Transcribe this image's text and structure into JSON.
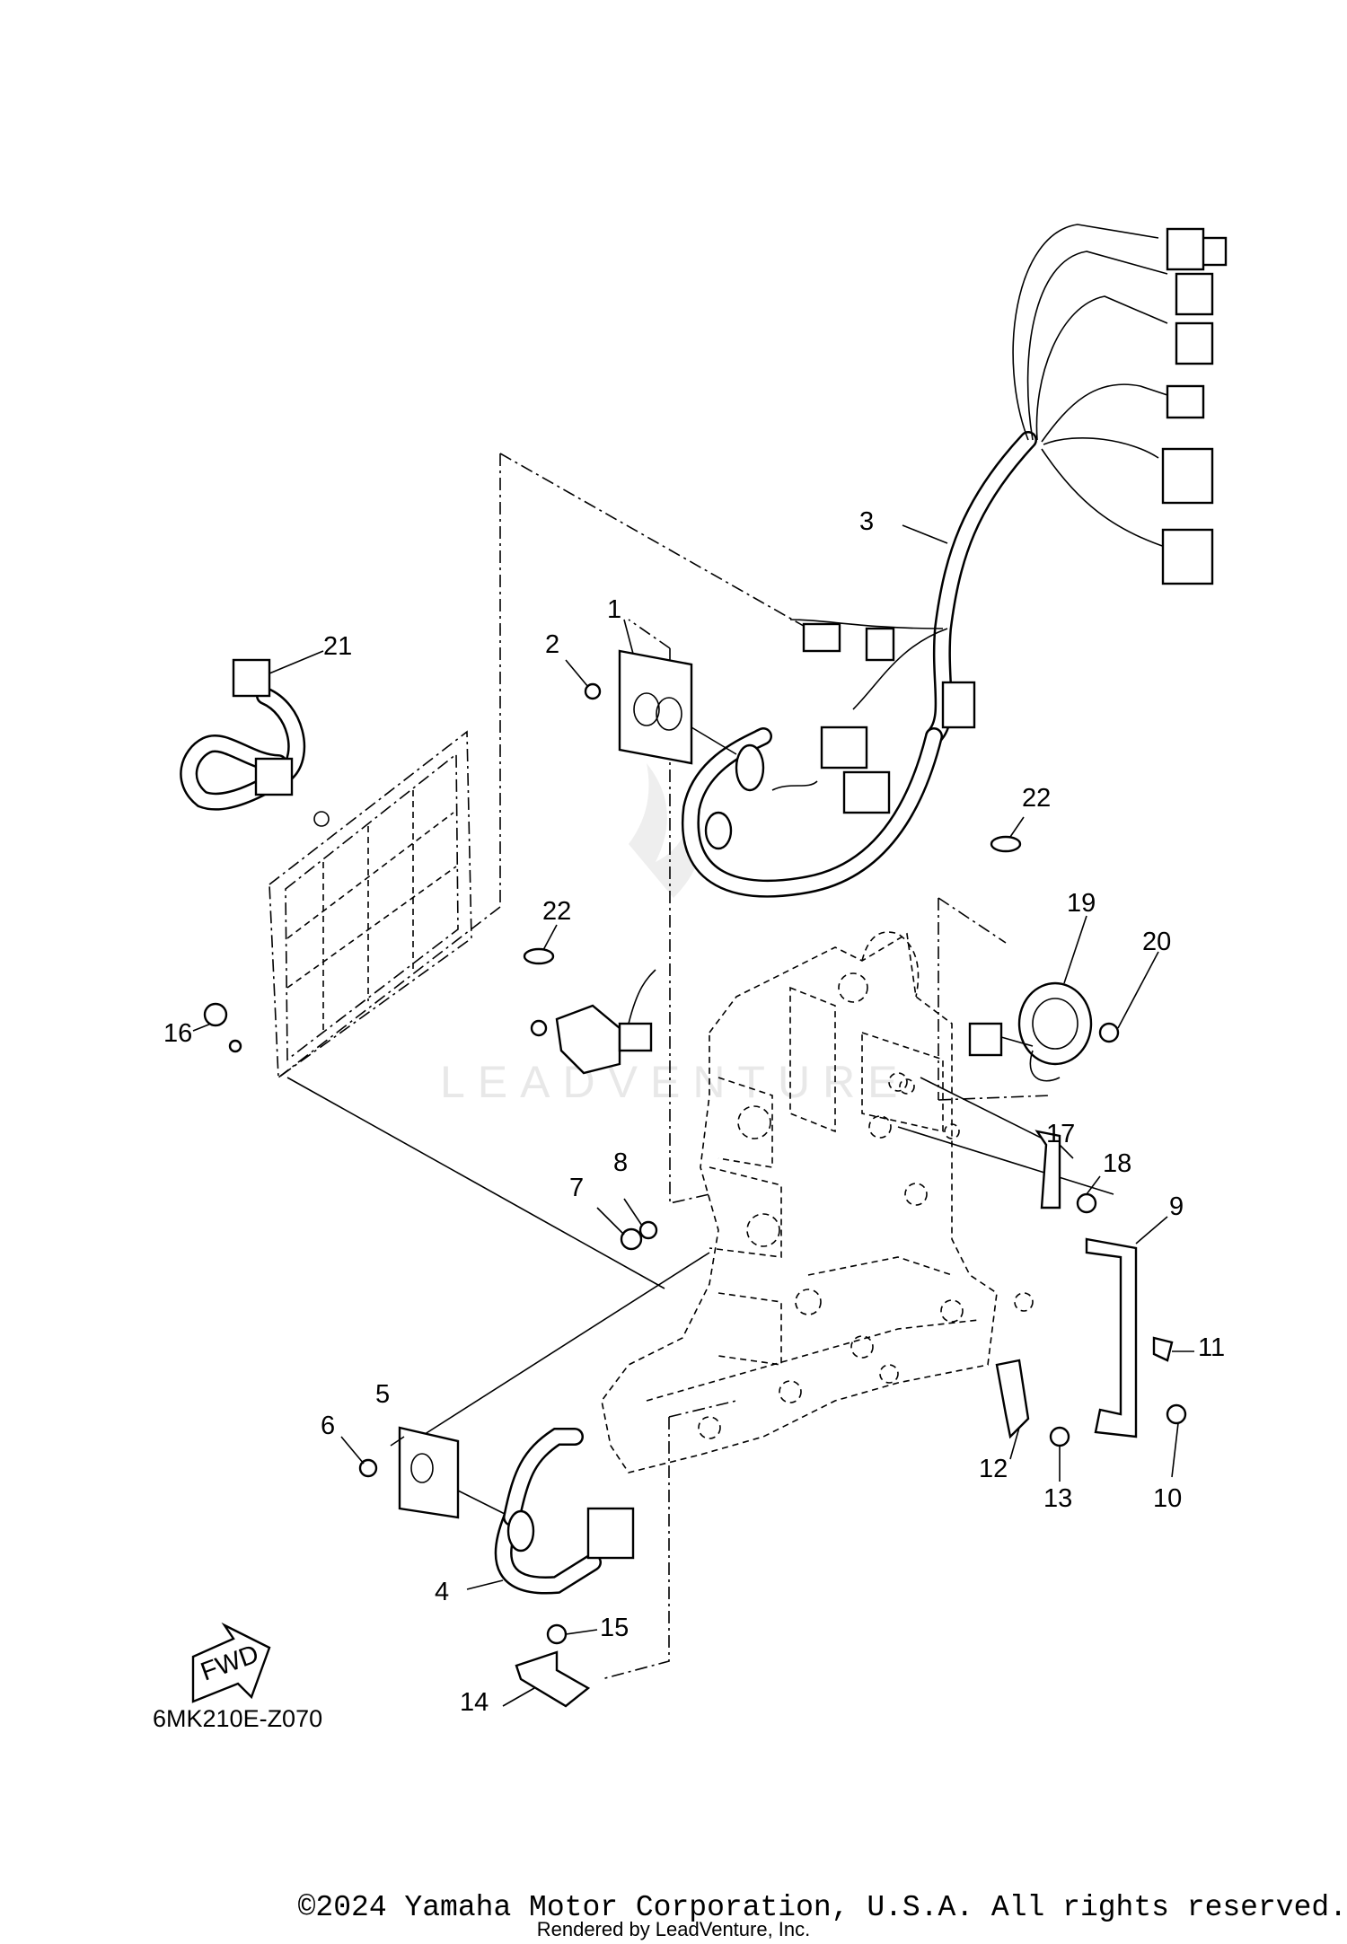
{
  "diagram": {
    "code": "6MK210E-Z070",
    "fwd_label": "FWD",
    "watermark": "LEADVENTURE",
    "callouts": [
      "1",
      "2",
      "3",
      "4",
      "5",
      "6",
      "7",
      "8",
      "9",
      "10",
      "11",
      "12",
      "13",
      "14",
      "15",
      "16",
      "17",
      "18",
      "19",
      "20",
      "21",
      "22",
      "22"
    ]
  },
  "footer": {
    "copyright": "©2024 Yamaha Motor Corporation, U.S.A. All rights reserved.",
    "rendered_by": "Rendered by LeadVenture, Inc."
  }
}
